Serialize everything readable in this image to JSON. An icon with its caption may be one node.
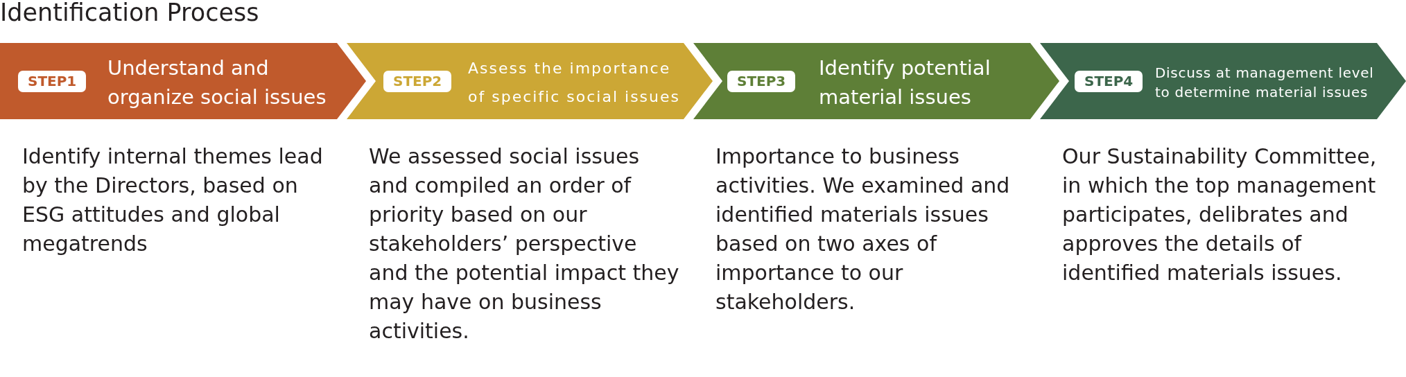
{
  "diagram": {
    "title": "Identification Process",
    "nodes": [
      {
        "text": [
          "STEP1",
          "Understand and organize social issues"
        ],
        "beside": [
          "Identify internal themes lead by the Directors, based on ESG attitudes and global megatrends"
        ]
      },
      {
        "text": [
          "STEP2",
          "Assess the importance of specific social issues"
        ],
        "beside": [
          "We assessed social issues and compiled an order of priority based on our stakeholders’ perspective and the potential impact they may have on business activities."
        ]
      },
      {
        "text": [
          "STEP3",
          "Identify potential material issues"
        ],
        "beside": [
          "Importance to business activities. We examined and identified materials issues based on two axes of importance to our stakeholders."
        ]
      },
      {
        "text": [
          "STEP4",
          "Discuss at management level to determine material issues"
        ],
        "beside": [
          "Our Sustainability Committee, in which the top management participates, delibrates and approves the details of identified materials issues."
        ]
      }
    ]
  }
}
